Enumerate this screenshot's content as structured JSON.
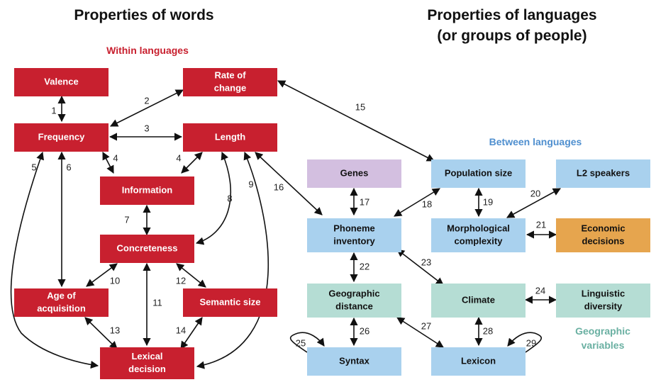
{
  "headings": {
    "words": "Properties of words",
    "languages_line1": "Properties of languages",
    "languages_line2": "(or groups of people)"
  },
  "sections": {
    "within": "Within languages",
    "between": "Between languages",
    "geographic_line1": "Geographic",
    "geographic_line2": "variables"
  },
  "colors": {
    "red": "#c8202f",
    "blue": "#a9d1ee",
    "teal": "#b5ddd4",
    "purple": "#d3bfe0",
    "orange": "#e6a54e",
    "within_text": "#c8202f",
    "between_text": "#4f8fcf",
    "geographic_text": "#6ab0a2"
  },
  "nodes": {
    "valence": [
      "Valence"
    ],
    "rate": [
      "Rate of",
      "change"
    ],
    "frequency": [
      "Frequency"
    ],
    "length": [
      "Length"
    ],
    "information": [
      "Information"
    ],
    "concreteness": [
      "Concreteness"
    ],
    "aoa": [
      "Age of",
      "acquisition"
    ],
    "semsize": [
      "Semantic size"
    ],
    "lexdec": [
      "Lexical",
      "decision"
    ],
    "genes": [
      "Genes"
    ],
    "popsize": [
      "Population size"
    ],
    "l2": [
      "L2 speakers"
    ],
    "phoneme": [
      "Phoneme",
      "inventory"
    ],
    "morph": [
      "Morphological",
      "complexity"
    ],
    "econ": [
      "Economic",
      "decisions"
    ],
    "geodist": [
      "Geographic",
      "distance"
    ],
    "climate": [
      "Climate"
    ],
    "lingdiv": [
      "Linguistic",
      "diversity"
    ],
    "syntax": [
      "Syntax"
    ],
    "lexicon": [
      "Lexicon"
    ]
  },
  "edge_labels": [
    "1",
    "2",
    "3",
    "4",
    "4",
    "5",
    "6",
    "7",
    "8",
    "9",
    "10",
    "11",
    "12",
    "13",
    "14",
    "15",
    "16",
    "17",
    "18",
    "19",
    "20",
    "21",
    "22",
    "23",
    "24",
    "25",
    "26",
    "27",
    "28",
    "29"
  ]
}
